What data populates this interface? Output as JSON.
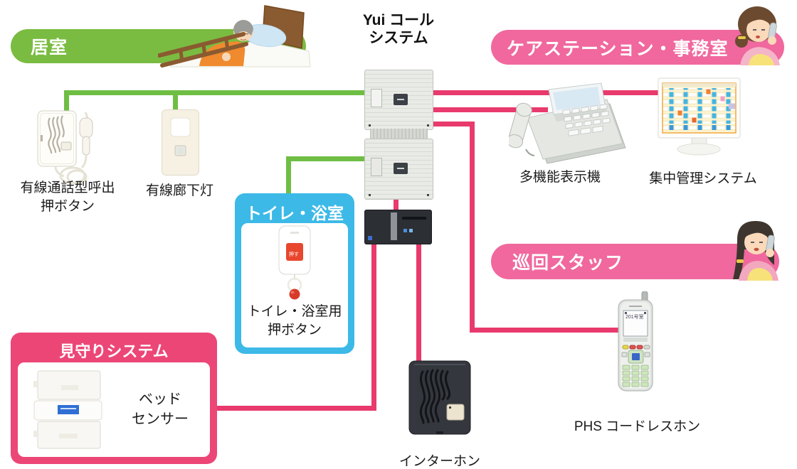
{
  "system_title": {
    "lines": [
      "Yui コール",
      "システム"
    ]
  },
  "zones": {
    "living_room": {
      "label": "居室"
    },
    "care_station_office": {
      "label": "ケアステーション・事務室"
    },
    "toilet_bathroom": {
      "label": "トイレ・浴室"
    },
    "patrol_staff": {
      "label": "巡回スタッフ"
    },
    "watch_system": {
      "label": "見守りシステム"
    }
  },
  "devices": {
    "wired_call_button": {
      "label_lines": [
        "有線通話型呼出",
        "押ボタン"
      ]
    },
    "wired_corridor_light": {
      "label": "有線廊下灯"
    },
    "multifunction_display_phone": {
      "label": "多機能表示機"
    },
    "central_management_system": {
      "label": "集中管理システム"
    },
    "toilet_bath_push_button": {
      "label_lines": [
        "トイレ・浴室用",
        "押ボタン"
      ],
      "button_text": "押す"
    },
    "bed_sensor": {
      "label_lines": [
        "ベッド",
        "センサー"
      ]
    },
    "intercom": {
      "label": "インターホン"
    },
    "phs_cordless_phone": {
      "label": "PHS コードレスホン",
      "screen_text": "201号室"
    }
  },
  "colors": {
    "green_line": "#6fbe44",
    "green_banner": "#7abc41",
    "pink_line": "#e93a6d",
    "pink_banner": "#f0689e",
    "pink_card": "#ec4677",
    "blue_card": "#3cb9e7",
    "text": "#1a1a1a"
  }
}
